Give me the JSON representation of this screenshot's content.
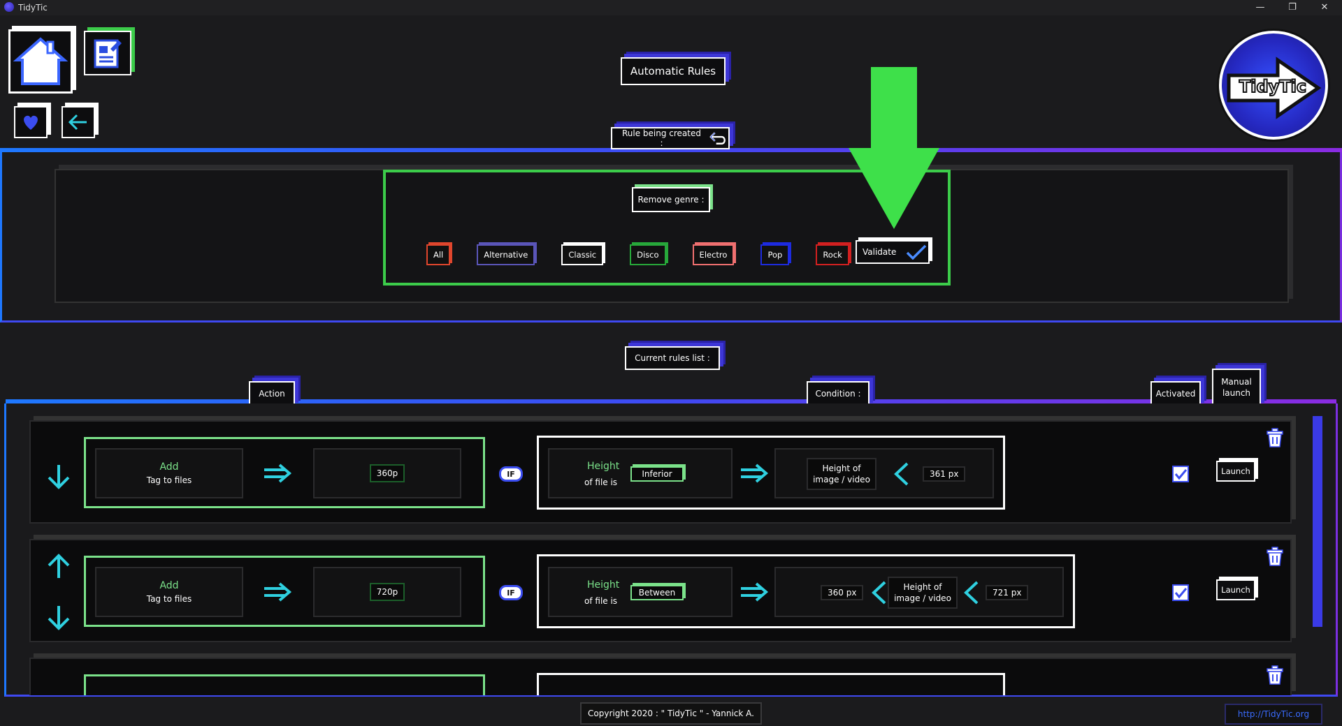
{
  "window": {
    "title": "TidyTic",
    "controls": {
      "minimize": "—",
      "maximize": "❐",
      "close": "✕"
    }
  },
  "brand": {
    "logo_text": "TidyTic"
  },
  "header": {
    "title": "Automatic Rules",
    "rule_being_created": "Rule being created :"
  },
  "nav": {
    "home": "home",
    "editor": "editor",
    "favorites": "favorites",
    "back": "back"
  },
  "remove_genre": {
    "label": "Remove genre :",
    "genres": [
      {
        "label": "All",
        "color": "#e0462d"
      },
      {
        "label": "Alternative",
        "color": "#5a55b8"
      },
      {
        "label": "Classic",
        "color": "#ffffff"
      },
      {
        "label": "Disco",
        "color": "#27a83a"
      },
      {
        "label": "Electro",
        "color": "#f07070"
      },
      {
        "label": "Pop",
        "color": "#1d2be0"
      },
      {
        "label": "Rock",
        "color": "#d22020"
      }
    ],
    "validate_label": "Validate"
  },
  "rules_list": {
    "title": "Current rules list :",
    "columns": {
      "action": "Action",
      "condition": "Condition :",
      "activated": "Activated",
      "manual_launch": "Manual launch"
    },
    "rules": [
      {
        "action_title": "Add",
        "action_sub": "Tag to files",
        "action_value": "360p",
        "if_label": "IF",
        "cond_title": "Height",
        "cond_sub": "of file is",
        "cond_op": "Inferior",
        "cond_target": "Height of image / video",
        "cond_value": "361 px",
        "launch": "Launch"
      },
      {
        "action_title": "Add",
        "action_sub": "Tag to files",
        "action_value": "720p",
        "if_label": "IF",
        "cond_title": "Height",
        "cond_sub": "of file is",
        "cond_op": "Between",
        "cond_low": "360 px",
        "cond_target": "Height of image / video",
        "cond_high": "721 px",
        "launch": "Launch"
      }
    ]
  },
  "footer": {
    "copyright": "Copyright 2020 : \" TidyTic \" - Yannick A.",
    "url": "http://TidyTic.org"
  }
}
